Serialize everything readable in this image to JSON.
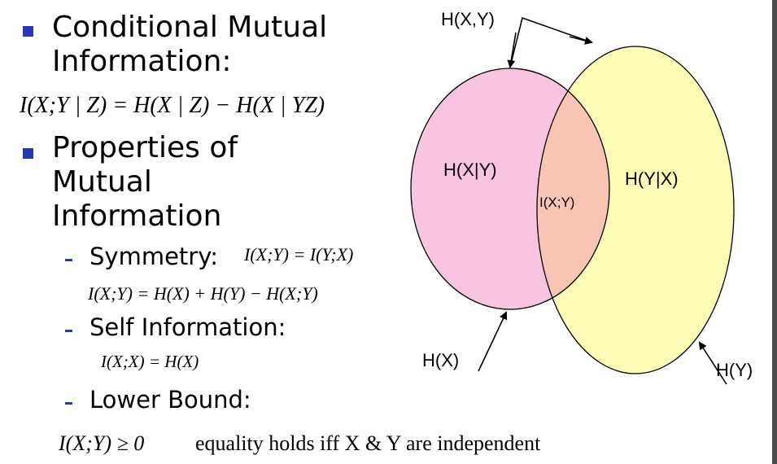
{
  "bullets": {
    "cmi_title_line1": "Conditional Mutual",
    "cmi_title_line2": "Information:",
    "cmi_formula": "I(X;Y | Z) = H(X | Z) − H(X | YZ)",
    "props_line1": "Properties of",
    "props_line2": "Mutual",
    "props_line3": "Information"
  },
  "subitems": {
    "symmetry_label": "Symmetry:",
    "symmetry_formula": "I(X;Y) = I(Y;X)",
    "mi_formula": "I(X;Y) = H(X) + H(Y) − H(X;Y)",
    "self_label": "Self Information:",
    "self_formula": "I(X;X) = H(X)",
    "lower_label": "Lower Bound:"
  },
  "footer": {
    "lower_formula": "I(X;Y) ≥ 0",
    "lower_text": "equality holds iff X & Y are independent"
  },
  "venn": {
    "label_hxy_joint": "H(X,Y)",
    "label_h_x_given_y": "H(X|Y)",
    "label_i_xy": "I(X;Y)",
    "label_h_y_given_x": "H(Y|X)",
    "label_hx": "H(X)",
    "label_hy": "H(Y)",
    "colors": {
      "x_only": "#f8c4df",
      "overlap": "#f8c4b3",
      "y_only": "#fcfcb6",
      "outline": "#000000"
    }
  },
  "colors": {
    "bullet": "#2b36b5"
  }
}
